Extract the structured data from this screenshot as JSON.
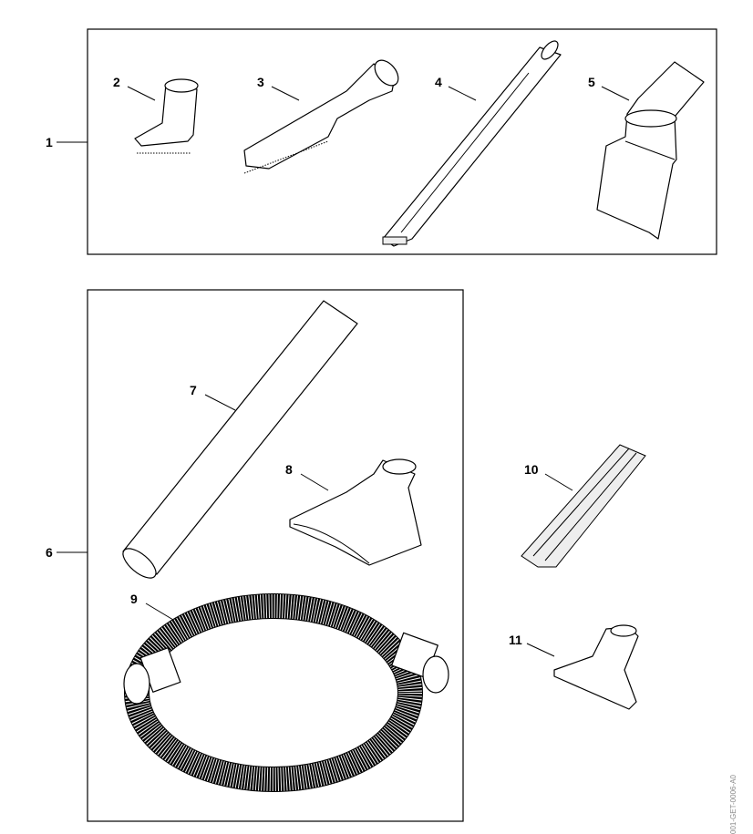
{
  "diagram": {
    "callouts": [
      "1",
      "2",
      "3",
      "4",
      "5",
      "6",
      "7",
      "8",
      "9",
      "10",
      "11"
    ],
    "drawing_code": "001-GET-0006-A0"
  }
}
